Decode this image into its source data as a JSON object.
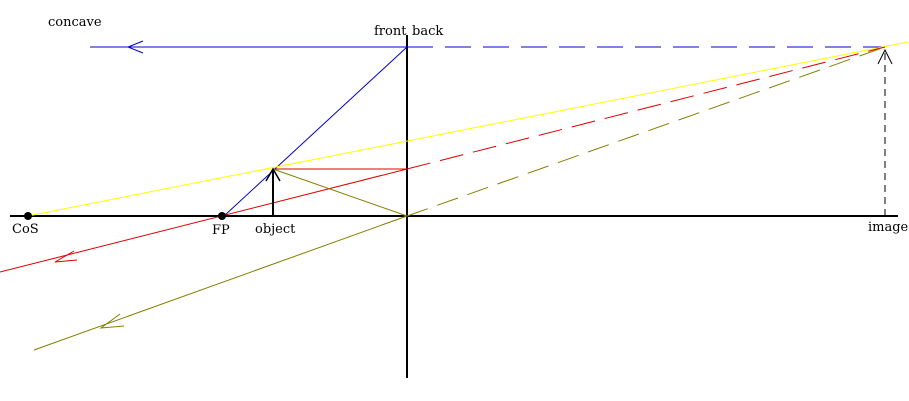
{
  "labels": {
    "title": "concave",
    "front": "front",
    "back": "back",
    "center_of_sphere": "CoS",
    "focal_point": "FP",
    "object": "object",
    "image": "image"
  },
  "colors": {
    "axis": "#000000",
    "blue_ray": "#0000cc",
    "yellow_ray": "#ffff00",
    "red_ray": "#dd0000",
    "olive_ray": "#808000",
    "object_arrow": "#000000",
    "image_arrow": "#000000"
  },
  "icons": {
    "arrowhead": "open-arrowhead-icon",
    "point": "filled-dot-icon"
  }
}
